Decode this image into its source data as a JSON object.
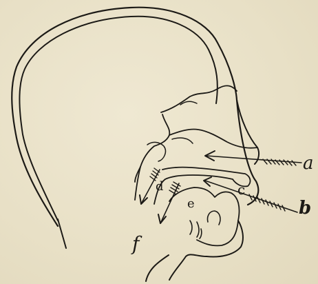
{
  "figure": {
    "labels": {
      "a": "a",
      "b": "b",
      "c": "c",
      "d": "d",
      "e": "e",
      "f": "f"
    },
    "colors": {
      "paper": "#eae2ca",
      "ink": "#1c1a16"
    }
  }
}
